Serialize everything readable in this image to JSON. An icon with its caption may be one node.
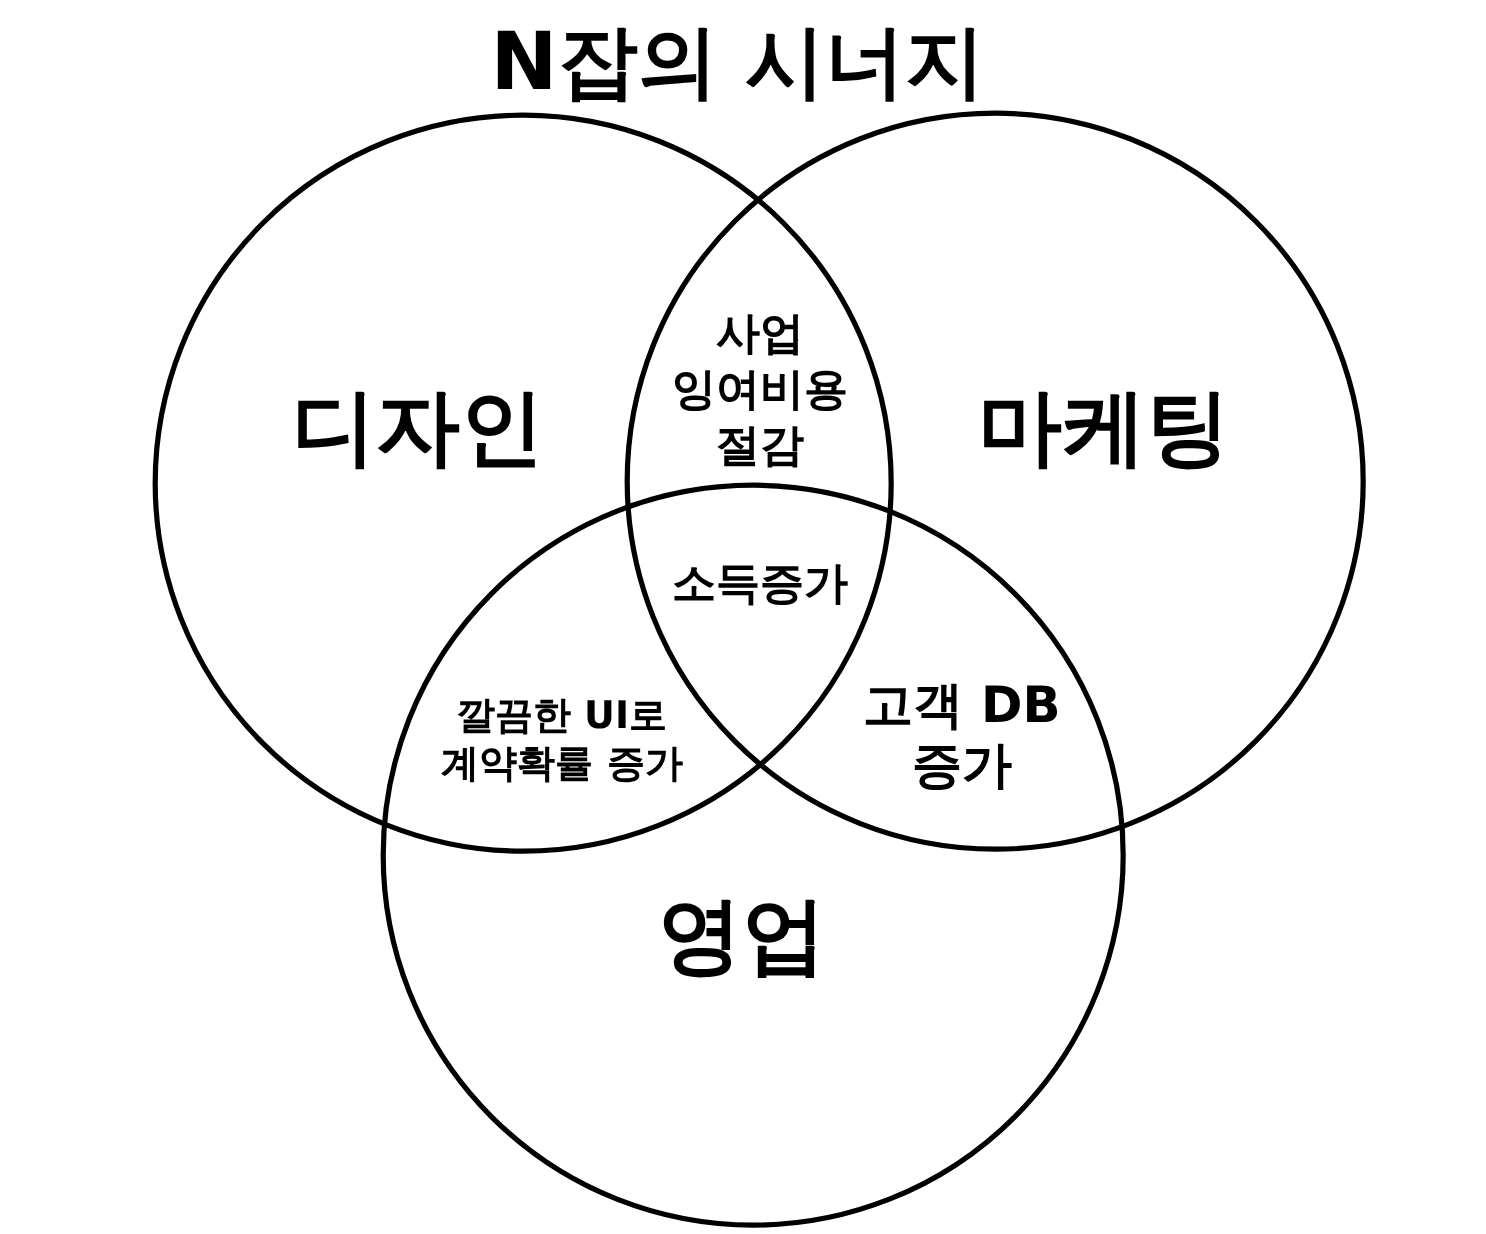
{
  "diagram": {
    "title": "N잡의 시너지",
    "nodes": [
      {
        "text": [
          "디자인"
        ]
      },
      {
        "text": [
          "마케팅"
        ]
      },
      {
        "text": [
          "영업"
        ]
      }
    ],
    "labels": [
      "사업 잉여비용 절감",
      "소득증가",
      "깔끔한 UI로 계약확률 증가",
      "고객 DB 증가"
    ]
  }
}
